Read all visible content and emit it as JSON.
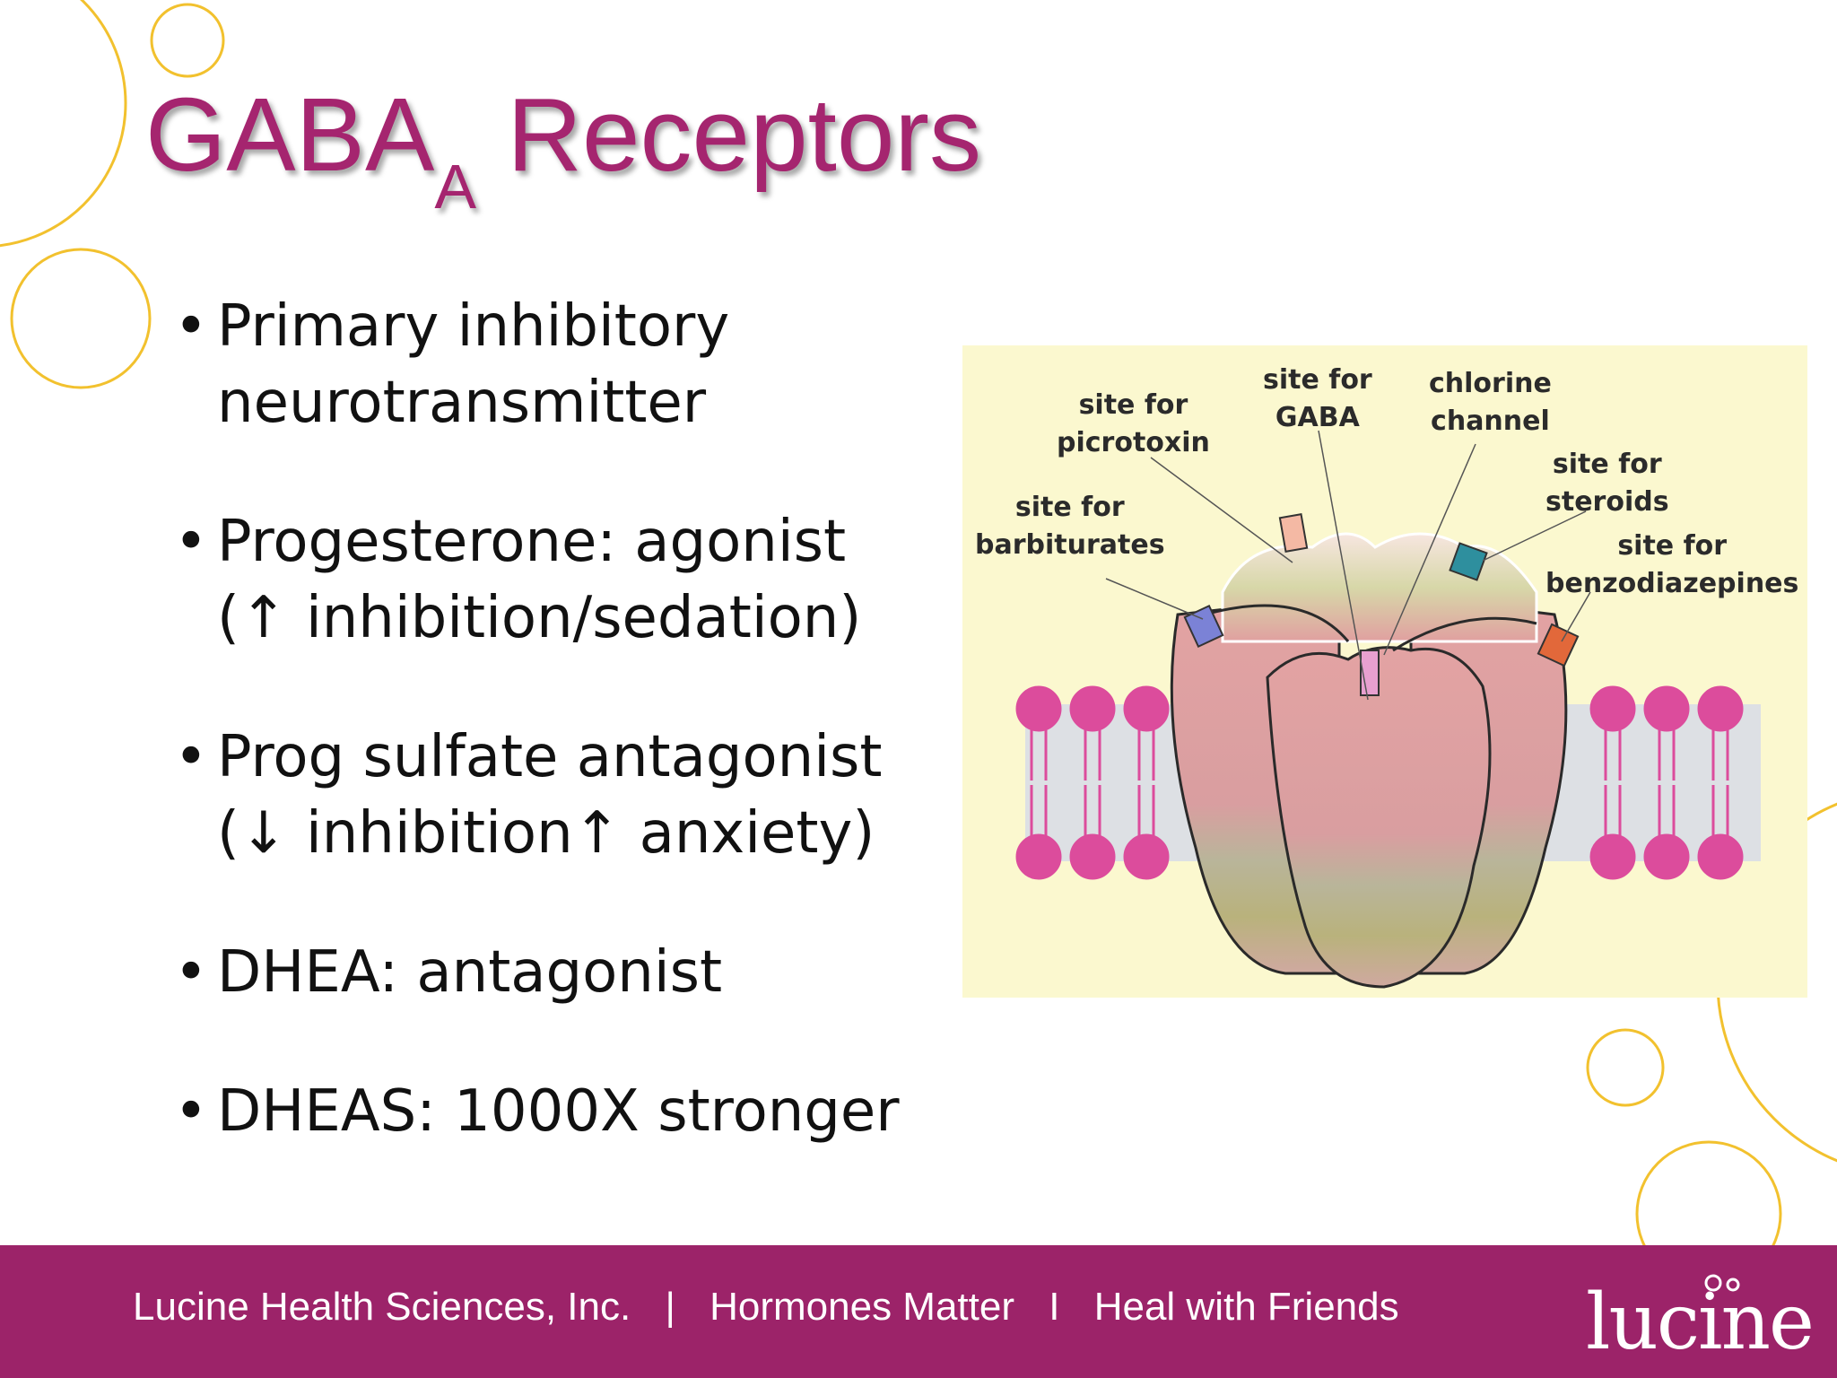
{
  "slide": {
    "title_main": "GABA",
    "title_subscript": "A",
    "title_rest": " Receptors",
    "bullet_char": "•",
    "bullets": [
      {
        "line1": "Primary inhibitory",
        "line2": "neurotransmitter"
      },
      {
        "line1": "Progesterone: agonist",
        "line2": "(↑ inhibition/sedation)"
      },
      {
        "line1": "Prog sulfate antagonist",
        "line2": "(↓ inhibition↑ anxiety)"
      },
      {
        "line1": "DHEA: antagonist",
        "line2": ""
      },
      {
        "line1": "DHEAS: 1000X stronger",
        "line2": ""
      }
    ]
  },
  "figure": {
    "labels": {
      "picrotoxin": {
        "line1": "site for",
        "line2": "picrotoxin"
      },
      "gaba": {
        "line1": "site for",
        "line2": "GABA"
      },
      "chlorine": {
        "line1": "chlorine",
        "line2": "channel"
      },
      "barbiturates": {
        "line1": "site for",
        "line2": "barbiturates"
      },
      "steroids": {
        "line1": "site for",
        "line2": "steroids"
      },
      "benzodiazepines": {
        "line1": "site for",
        "line2": "benzodiazepines"
      }
    },
    "colors": {
      "background": "#fbf8cf",
      "membrane_heads": "#dc4c9c",
      "receptor_pink": "#e0a0a0",
      "receptor_olive": "#b9b27c"
    }
  },
  "footer": {
    "company": "Lucine Health Sciences, Inc.",
    "sep1": "|",
    "item2": "Hormones Matter",
    "sep2": "I",
    "item3": "Heal with Friends",
    "logo_text": "lucine"
  },
  "theme": {
    "title_color": "#a5256f",
    "footer_color": "#9c2369",
    "accent_circle_color": "#f2c12e"
  }
}
